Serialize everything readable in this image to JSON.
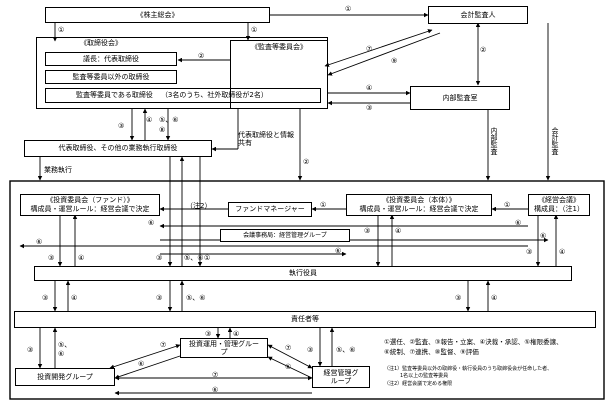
{
  "boxes": {
    "shareholders": "《株主総会》",
    "accounting_auditor": "会計監査人",
    "board_title": "《取締役会》",
    "board_chair": "議長：代表取締役",
    "board_non_audit": "監査等委員以外の取締役",
    "board_audit": "監査等委員である取締役",
    "audit_committee": "《監査等委員会》",
    "audit_committee_note": "（3名のうち、社外取締役が2名）",
    "internal_audit": "内部監査室",
    "executives": "代表取締役、その他の業務執行取締役",
    "inv_fund_title": "《投資委員会（ファンド）》",
    "inv_fund_rule": "構成員・運営ルール：経営会議で決定",
    "fund_manager": "ファンドマネージャー",
    "inv_main_title": "《投資委員会（本体）》",
    "inv_main_rule": "構成員・運営ルール：経営会議で決定",
    "mgmt_title": "《経営会議》",
    "mgmt_members": "構成員：（注1）",
    "secretariat": "会議事務局：経営管理グループ",
    "officers": "執行役員",
    "managers": "責任者等",
    "inv_ops": "投資運用・管理グループ",
    "inv_dev": "投資開発グループ",
    "mgmt_admin": "経営管理グループ"
  },
  "labels": {
    "rep_info_share": "代表取締役と情報共有",
    "business_exec": "業務執行",
    "note2_ref": "（注2）",
    "internal_audit_v": "内部監査",
    "accounting_audit_v": "会計監査",
    "c1": "①",
    "c2": "②",
    "c3": "③",
    "c4": "④",
    "c5": "⑤",
    "c6": "⑥",
    "c7": "⑦",
    "c8": "⑧",
    "c9": "⑨",
    "c56": "⑤、⑥",
    "c56c": "⑤、⑥",
    "c56v": "⑤、",
    "c6s": "⑥"
  },
  "legend": {
    "line1": "①選任、②監査、③報告・立案、④決裁・承認、⑤権限委譲、",
    "line2": "⑥統制、⑦連携、⑧監督、⑨評価",
    "note1a": "（注1）監査等委員以外の取締役・執行役員のうち取締役会が任命した者、",
    "note1b": "1名以上の監査等委員",
    "note2": "（注2）経営会議で定める権限"
  }
}
